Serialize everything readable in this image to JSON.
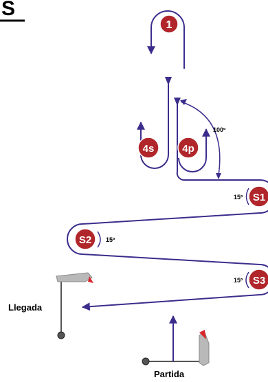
{
  "title_fragment": "S",
  "marks": {
    "mark1": "1",
    "mark4s": "4s",
    "mark4p": "4p",
    "markS1": "S1",
    "markS2": "S2",
    "markS3": "S3"
  },
  "angles": {
    "top_angle": "100º",
    "s1_angle": "15º",
    "s2_angle": "15º",
    "s3_angle": "15º"
  },
  "labels": {
    "finish": "Llegada",
    "start": "Partida"
  },
  "colors": {
    "course_line": "#3b2d8c",
    "mark_fill": "#b0262a",
    "boat_gray": "#b9b9b9",
    "flag_red": "#d8262b"
  }
}
